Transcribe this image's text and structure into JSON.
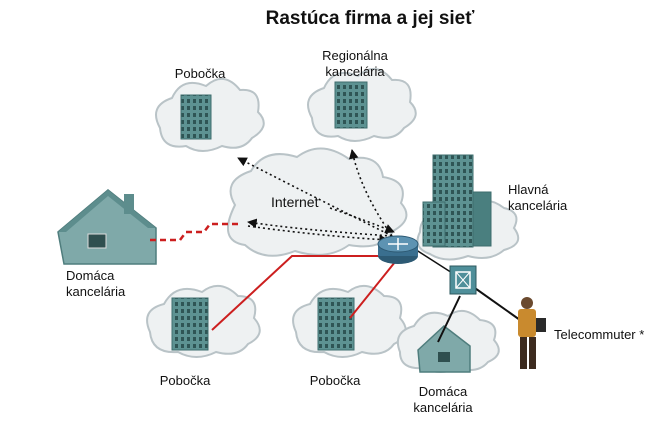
{
  "title": "Rastúca firma a jej sieť",
  "labels": {
    "branch_top_left": "Pobočka",
    "regional_office_line1": "Regionálna",
    "regional_office_line2": "kancelária",
    "internet": "Internet",
    "main_office_line1": "Hlavná",
    "main_office_line2": "kancelária",
    "home_office_left_line1": "Domáca",
    "home_office_left_line2": "kancelária",
    "telecommuter": "Telecommuter *",
    "branch_bottom_left": "Pobočka",
    "branch_bottom_middle": "Pobočka",
    "home_office_bottom_line1": "Domáca",
    "home_office_bottom_line2": "kancelária"
  },
  "colors": {
    "cloud_fill": "#eef1f2",
    "cloud_stroke": "#b9c3c7",
    "building_fill": "#5d9292",
    "building_dark": "#3e6d6d",
    "house_fill": "#7fa9a9",
    "wan_link": "#cc1f1f",
    "lan_link": "#111111",
    "router": "#3a6f8f"
  }
}
